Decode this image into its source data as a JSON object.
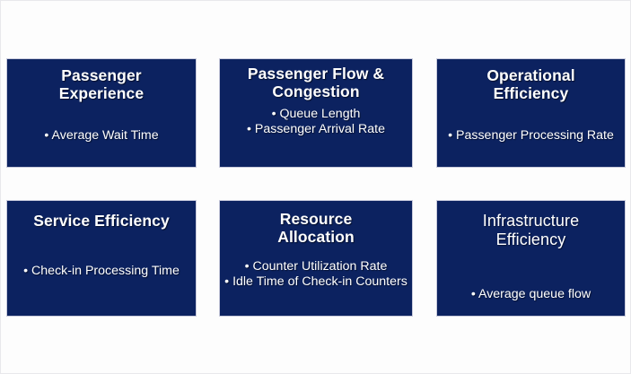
{
  "theme": {
    "card_background": "#0c2260",
    "card_border": "#c9cbdc",
    "text_color": "#ffffff",
    "page_background": "#fdfdfd",
    "page_border": "#e8e8ec"
  },
  "diagram": {
    "type": "card-grid",
    "columns": 3,
    "rows": 2,
    "cards": [
      {
        "id": "passenger-experience",
        "title": "Passenger\nExperience",
        "title_style": "bold",
        "items": [
          "• Average Wait Time"
        ]
      },
      {
        "id": "passenger-flow-congestion",
        "title": "Passenger Flow &\nCongestion",
        "title_style": "bold",
        "items": [
          "• Queue Length",
          "• Passenger Arrival Rate"
        ]
      },
      {
        "id": "operational-efficiency",
        "title": "Operational\nEfficiency",
        "title_style": "bold",
        "items": [
          "• Passenger Processing Rate"
        ]
      },
      {
        "id": "service-efficiency",
        "title": "Service Efficiency",
        "title_style": "bold",
        "items": [
          "• Check-in Processing Time"
        ]
      },
      {
        "id": "resource-allocation",
        "title": "Resource\nAllocation",
        "title_style": "bold",
        "items": [
          "• Counter Utilization Rate",
          "• Idle Time of Check-in Counters"
        ]
      },
      {
        "id": "infrastructure-efficiency",
        "title": "Infrastructure\nEfficiency",
        "title_style": "light",
        "items": [
          "• Average queue flow"
        ]
      }
    ]
  }
}
